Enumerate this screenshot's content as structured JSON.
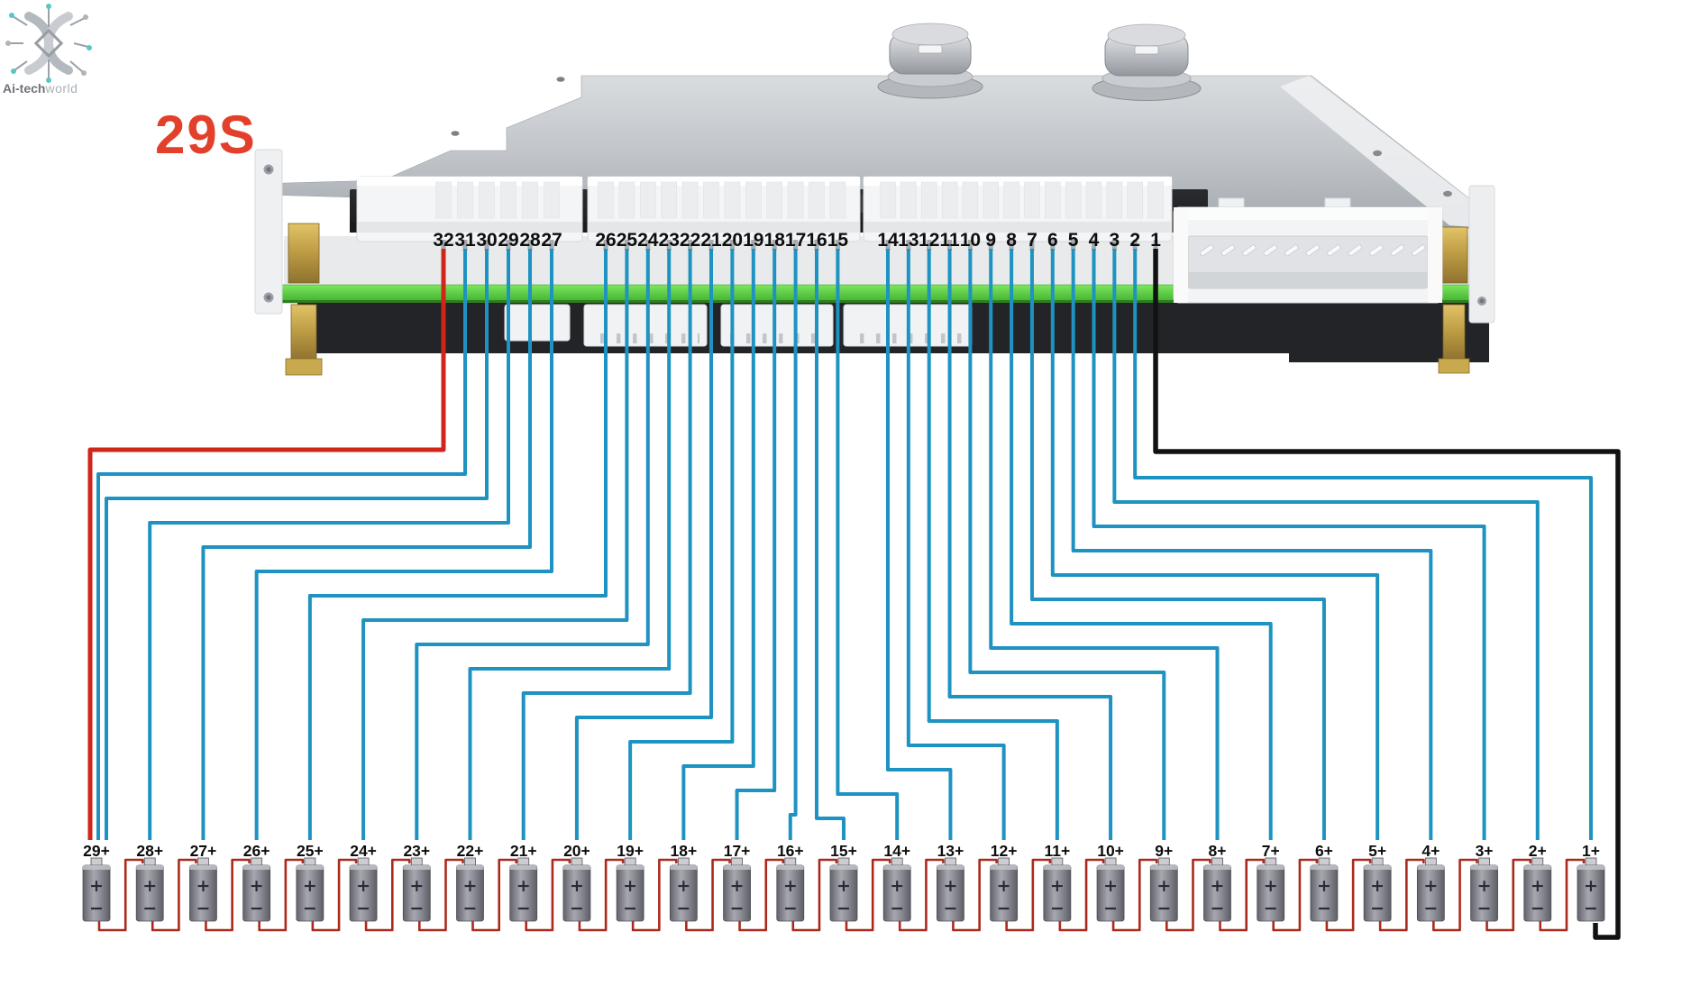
{
  "logo": {
    "icon": "circuit-brain-icon",
    "brand_bold": "Ai-tech",
    "brand_light": "world"
  },
  "title": {
    "text": "29S",
    "color": "#e2402a"
  },
  "board": {
    "pin_groups": [
      [
        "32",
        "31",
        "30",
        "29",
        "28",
        "27"
      ],
      [
        "26",
        "25",
        "24",
        "23",
        "22",
        "21",
        "20",
        "19",
        "18",
        "17",
        "16",
        "15"
      ],
      [
        "14",
        "13",
        "12",
        "11",
        "10",
        "9",
        "8",
        "7",
        "6",
        "5",
        "4",
        "3",
        "2",
        "1"
      ]
    ]
  },
  "batteries": {
    "labels": [
      "29+",
      "28+",
      "27+",
      "26+",
      "25+",
      "24+",
      "23+",
      "22+",
      "21+",
      "20+",
      "19+",
      "18+",
      "17+",
      "16+",
      "15+",
      "14+",
      "13+",
      "12+",
      "11+",
      "10+",
      "9+",
      "8+",
      "7+",
      "6+",
      "5+",
      "4+",
      "3+",
      "2+",
      "1+"
    ],
    "plus_symbol": "+",
    "minus_symbol": "−"
  },
  "wires": [
    {
      "pin": "32",
      "target": "29+",
      "color": "red"
    },
    {
      "pin": "31",
      "target": "29+",
      "color": "blue"
    },
    {
      "pin": "30",
      "target": "29+",
      "color": "blue"
    },
    {
      "pin": "29",
      "target": "28+",
      "color": "blue"
    },
    {
      "pin": "28",
      "target": "27+",
      "color": "blue"
    },
    {
      "pin": "27",
      "target": "26+",
      "color": "blue"
    },
    {
      "pin": "26",
      "target": "25+",
      "color": "blue"
    },
    {
      "pin": "25",
      "target": "24+",
      "color": "blue"
    },
    {
      "pin": "24",
      "target": "23+",
      "color": "blue"
    },
    {
      "pin": "23",
      "target": "22+",
      "color": "blue"
    },
    {
      "pin": "22",
      "target": "21+",
      "color": "blue"
    },
    {
      "pin": "21",
      "target": "20+",
      "color": "blue"
    },
    {
      "pin": "20",
      "target": "19+",
      "color": "blue"
    },
    {
      "pin": "19",
      "target": "18+",
      "color": "blue"
    },
    {
      "pin": "18",
      "target": "17+",
      "color": "blue"
    },
    {
      "pin": "17",
      "target": "16+",
      "color": "blue"
    },
    {
      "pin": "16",
      "target": "15+",
      "color": "blue"
    },
    {
      "pin": "15",
      "target": "14+",
      "color": "blue"
    },
    {
      "pin": "14",
      "target": "13+",
      "color": "blue"
    },
    {
      "pin": "13",
      "target": "12+",
      "color": "blue"
    },
    {
      "pin": "12",
      "target": "11+",
      "color": "blue"
    },
    {
      "pin": "11",
      "target": "10+",
      "color": "blue"
    },
    {
      "pin": "10",
      "target": "9+",
      "color": "blue"
    },
    {
      "pin": "9",
      "target": "8+",
      "color": "blue"
    },
    {
      "pin": "8",
      "target": "7+",
      "color": "blue"
    },
    {
      "pin": "7",
      "target": "6+",
      "color": "blue"
    },
    {
      "pin": "6",
      "target": "5+",
      "color": "blue"
    },
    {
      "pin": "5",
      "target": "4+",
      "color": "blue"
    },
    {
      "pin": "4",
      "target": "3+",
      "color": "blue"
    },
    {
      "pin": "3",
      "target": "2+",
      "color": "blue"
    },
    {
      "pin": "2",
      "target": "1+",
      "color": "blue"
    },
    {
      "pin": "1",
      "target": "1-",
      "color": "black"
    }
  ],
  "colors": {
    "wire_blue": "#1e93c2",
    "wire_red": "#d02519",
    "wire_black": "#121212",
    "series_link": "#ab2a1c",
    "pcb_green": "#5fd948",
    "title": "#e2402a"
  }
}
